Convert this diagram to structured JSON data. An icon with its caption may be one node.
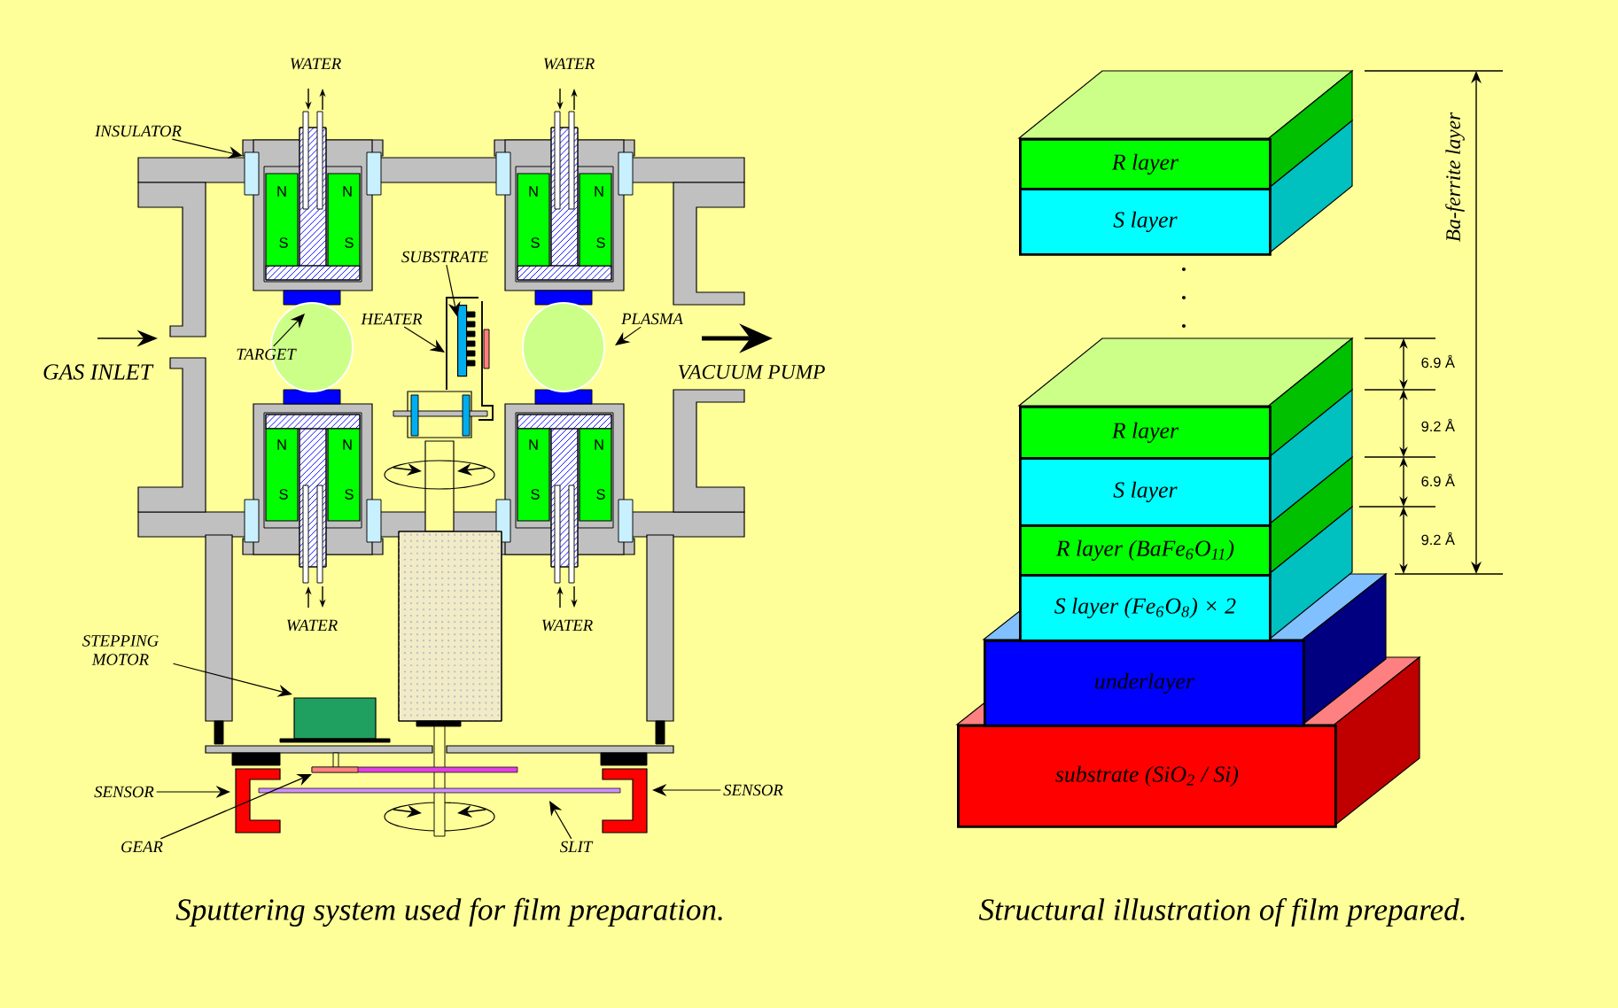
{
  "diagram": {
    "nodes": [
      {
        "text": [
          "INSULATOR"
        ]
      },
      {
        "text": [
          "SUBSTRATE"
        ]
      },
      {
        "text": [
          "HEATER"
        ]
      },
      {
        "text": [
          "TARGET"
        ]
      },
      {
        "text": [
          "PLASMA"
        ]
      },
      {
        "text": [
          "STEPPING MOTOR"
        ]
      },
      {
        "text": [
          "SENSOR"
        ]
      },
      {
        "text": [
          "SENSOR"
        ]
      },
      {
        "text": [
          "GEAR"
        ]
      },
      {
        "text": [
          "SLIT"
        ]
      },
      {
        "text": [
          "R layer"
        ]
      },
      {
        "text": [
          "S layer"
        ]
      },
      {
        "text": [
          "R layer"
        ]
      },
      {
        "text": [
          "S layer"
        ]
      },
      {
        "text": [
          "R layer (BaFe$_{6}$O$_{11}$)"
        ]
      },
      {
        "text": [
          "S layer (Fe$_{6}$O$_{8}$) × 2"
        ]
      },
      {
        "text": [
          "underlayer"
        ]
      },
      {
        "text": [
          "substrate (SiO$_{2}$ / Si)"
        ]
      },
      {
        "text": [],
        "shape": "bar"
      }
    ],
    "edges": [
      {
        "from": 0,
        "to": null,
        "arrow": "to"
      },
      {
        "from": 1,
        "to": 18,
        "arrow": "to"
      },
      {
        "from": 2,
        "to": null,
        "arrow": "to"
      },
      {
        "from": 3,
        "to": null,
        "arrow": "to"
      },
      {
        "from": 4,
        "to": null,
        "arrow": "to"
      },
      {
        "from": 5,
        "to": null,
        "arrow": "to"
      },
      {
        "from": 6,
        "to": null,
        "arrow": "to"
      },
      {
        "from": 7,
        "to": null,
        "arrow": "to"
      },
      {
        "from": 8,
        "to": null,
        "arrow": "to"
      },
      {
        "from": 9,
        "to": null,
        "arrow": "to"
      }
    ],
    "labels": [
      "WATER",
      "WATER",
      "N",
      "N",
      "N",
      "N",
      "S",
      "S",
      "S",
      "S",
      "GAS INLET",
      "VACUUM PUMP",
      "N",
      "N",
      "N",
      "N",
      "S",
      "S",
      "S",
      "S",
      "WATER",
      "WATER",
      "Ba-ferrite layer",
      "6.9 Å",
      "9.2 Å",
      "6.9 Å",
      "9.2 Å",
      "Sputtering system used for film preparation.",
      "Structural illustration of film prepared."
    ]
  }
}
